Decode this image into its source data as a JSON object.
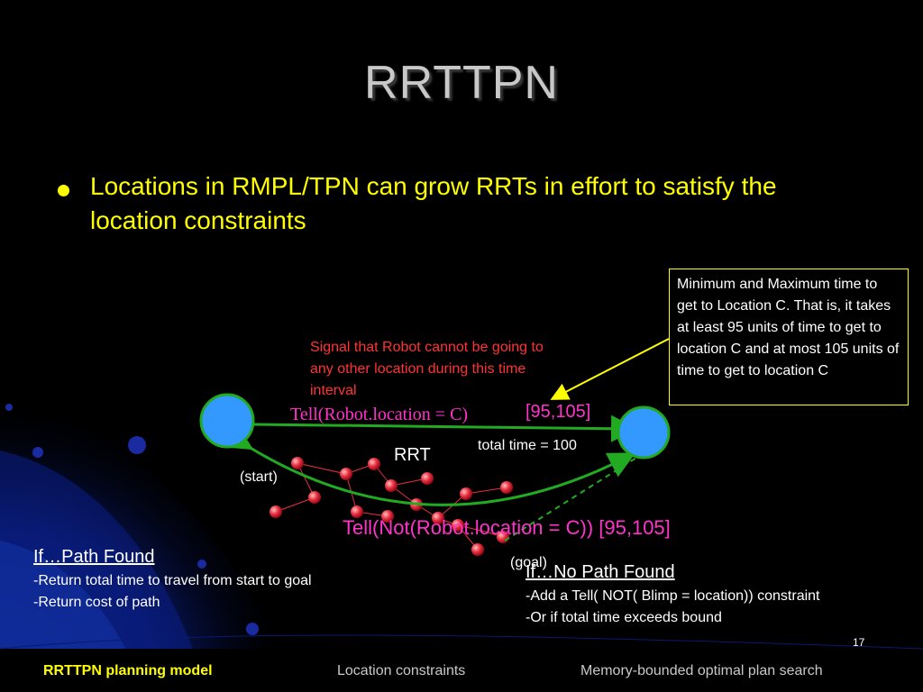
{
  "slide": {
    "title": "RRTTPN",
    "bullet": "Locations in RMPL/TPN can grow RRTs in effort to satisfy the location constraints",
    "callout": "Minimum and Maximum time to get to Location C. That is, it takes at least 95 units of time to get to location C and at most 105 units of time to get to location C",
    "red_note": "Signal that Robot cannot be going to any other location during this time interval",
    "diagram": {
      "tell_top": "Tell(Robot.location = C)",
      "interval_top": "[95,105]",
      "total_time": "total time = 100",
      "rrt_label": "RRT",
      "start_label": "(start)",
      "tell_bottom": "Tell(Not(Robot.location = C)) [95,105]",
      "goal_label": "(goal)"
    },
    "left_block": {
      "heading": "If…Path Found",
      "lines": [
        "-Return total time to travel from start to goal",
        "-Return cost of path"
      ]
    },
    "right_block": {
      "heading": "If…No Path Found",
      "lines": [
        "-Add a Tell( NOT( Blimp = location)) constraint",
        "-Or if total time exceeds bound"
      ]
    },
    "slide_number": "17",
    "footer": [
      "RRTTPN planning model",
      "Location constraints",
      "Memory-bounded optimal plan search"
    ]
  },
  "colors": {
    "title": "#c8c8c8",
    "bullet": "#ffff00",
    "highlight_text": "#ff33cc",
    "red_text": "#ff3333",
    "node_fill": "#3399ff",
    "node_stroke": "#22aa22",
    "arrow_green": "#22aa22",
    "tree_node": "#e83040",
    "background": "#000000"
  }
}
